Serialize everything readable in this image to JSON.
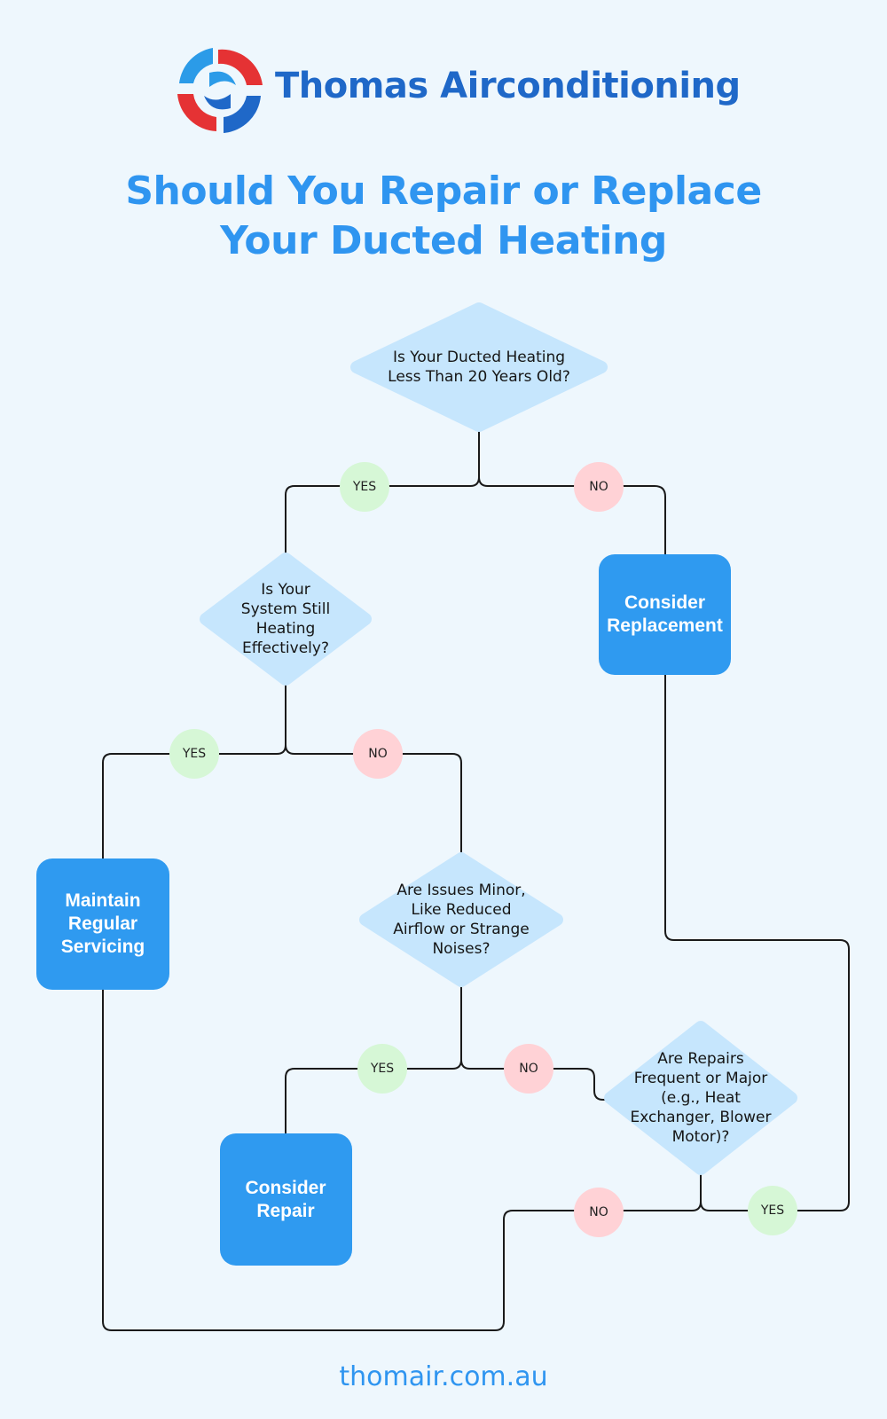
{
  "brand": {
    "name": "Thomas Airconditioning",
    "logo_icon": "swirl-logo-icon",
    "colors": {
      "primary": "#1f68c8",
      "red": "#e53234",
      "blue": "#2b9be8"
    }
  },
  "title": {
    "line1": "Should You Repair or Replace",
    "line2": "Your Ducted Heating"
  },
  "flowchart": {
    "decisions": {
      "age": "Is Your Ducted Heating Less Than 20 Years Old?",
      "heating": "Is Your System Still Heating Effectively?",
      "minor": "Are Issues Minor, Like Reduced Airflow or Strange Noises?",
      "major": "Are Repairs Frequent or Major (e.g., Heat Exchanger, Blower Motor)?"
    },
    "actions": {
      "replacement": "Consider Replacement",
      "servicing": "Maintain Regular Servicing",
      "repair": "Consider Repair"
    },
    "labels": {
      "yes": "YES",
      "no": "NO"
    },
    "colors": {
      "decision": "#c6e6fd",
      "action": "#2f9af0",
      "yes": "#d6f7d6",
      "no": "#ffd2d6",
      "line": "#1a1a1a"
    }
  },
  "footer": {
    "url": "thomair.com.au"
  }
}
